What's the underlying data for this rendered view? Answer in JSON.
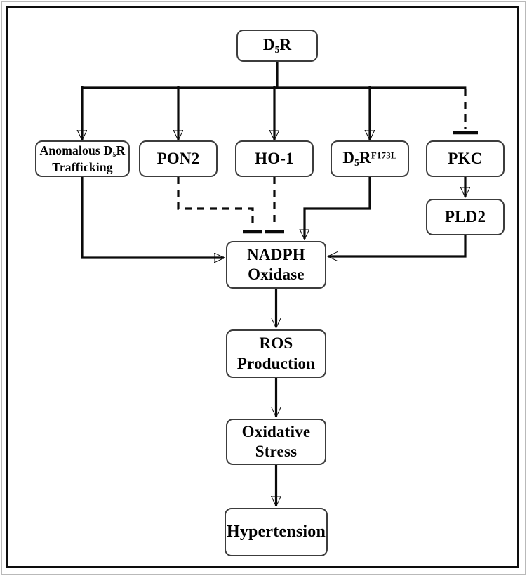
{
  "diagram": {
    "description": "Signaling pathway diagram from D5R through NADPH Oxidase to Hypertension",
    "nodes": {
      "d5r": {
        "name": "D5R",
        "label": [
          {
            "t": "D"
          },
          {
            "t": "5",
            "s": "sub"
          },
          {
            "t": "R"
          }
        ]
      },
      "anomalous": {
        "name": "Anomalous D5R Trafficking",
        "label": [
          {
            "t": "Anomalous D"
          },
          {
            "t": "5",
            "s": "sub"
          },
          {
            "t": "R"
          },
          {
            "br": true
          },
          {
            "t": "Trafficking"
          }
        ]
      },
      "pon2": {
        "name": "PON2",
        "label": [
          {
            "t": "PON2"
          }
        ]
      },
      "ho1": {
        "name": "HO-1",
        "label": [
          {
            "t": "HO-1"
          }
        ]
      },
      "d5rf173l": {
        "name": "D5R F173L",
        "label": [
          {
            "t": "D"
          },
          {
            "t": "5",
            "s": "sub"
          },
          {
            "t": "R"
          },
          {
            "t": "F173L",
            "s": "sup"
          }
        ]
      },
      "pkc": {
        "name": "PKC",
        "label": [
          {
            "t": "PKC"
          }
        ]
      },
      "pld2": {
        "name": "PLD2",
        "label": [
          {
            "t": "PLD2"
          }
        ]
      },
      "nadph": {
        "name": "NADPH Oxidase",
        "label": [
          {
            "t": "NADPH"
          },
          {
            "br": true
          },
          {
            "t": "Oxidase"
          }
        ]
      },
      "ros": {
        "name": "ROS Production",
        "label": [
          {
            "t": "ROS"
          },
          {
            "br": true
          },
          {
            "t": "Production"
          }
        ]
      },
      "oxstress": {
        "name": "Oxidative Stress",
        "label": [
          {
            "t": "Oxidative"
          },
          {
            "br": true
          },
          {
            "t": "Stress"
          }
        ]
      },
      "hyp": {
        "name": "Hypertension",
        "label": [
          {
            "t": "Hypertension"
          }
        ]
      }
    },
    "edges": [
      {
        "from": "D5R",
        "to": "Anomalous D5R Trafficking",
        "line": "solid",
        "end": "arrow"
      },
      {
        "from": "D5R",
        "to": "PON2",
        "line": "solid",
        "end": "arrow"
      },
      {
        "from": "D5R",
        "to": "HO-1",
        "line": "solid",
        "end": "arrow"
      },
      {
        "from": "D5R",
        "to": "D5R F173L",
        "line": "solid",
        "end": "arrow"
      },
      {
        "from": "D5R",
        "to": "PKC",
        "line": "dashed",
        "end": "inhibition-bar"
      },
      {
        "from": "Anomalous D5R Trafficking",
        "to": "NADPH Oxidase",
        "line": "solid",
        "end": "arrow"
      },
      {
        "from": "PON2",
        "to": "NADPH Oxidase",
        "line": "dashed",
        "end": "inhibition-bar"
      },
      {
        "from": "HO-1",
        "to": "NADPH Oxidase",
        "line": "dashed",
        "end": "inhibition-bar"
      },
      {
        "from": "D5R F173L",
        "to": "NADPH Oxidase",
        "line": "solid",
        "end": "arrow"
      },
      {
        "from": "PKC",
        "to": "PLD2",
        "line": "solid",
        "end": "arrow"
      },
      {
        "from": "PLD2",
        "to": "NADPH Oxidase",
        "line": "solid",
        "end": "arrow"
      },
      {
        "from": "NADPH Oxidase",
        "to": "ROS Production",
        "line": "solid",
        "end": "arrow"
      },
      {
        "from": "ROS Production",
        "to": "Oxidative Stress",
        "line": "solid",
        "end": "arrow"
      },
      {
        "from": "Oxidative Stress",
        "to": "Hypertension",
        "line": "solid",
        "end": "arrow"
      }
    ],
    "colors": {
      "line": "#0a0a0a",
      "box_border": "#3c3c3c",
      "text": "#000000",
      "background": "#ffffff"
    }
  }
}
